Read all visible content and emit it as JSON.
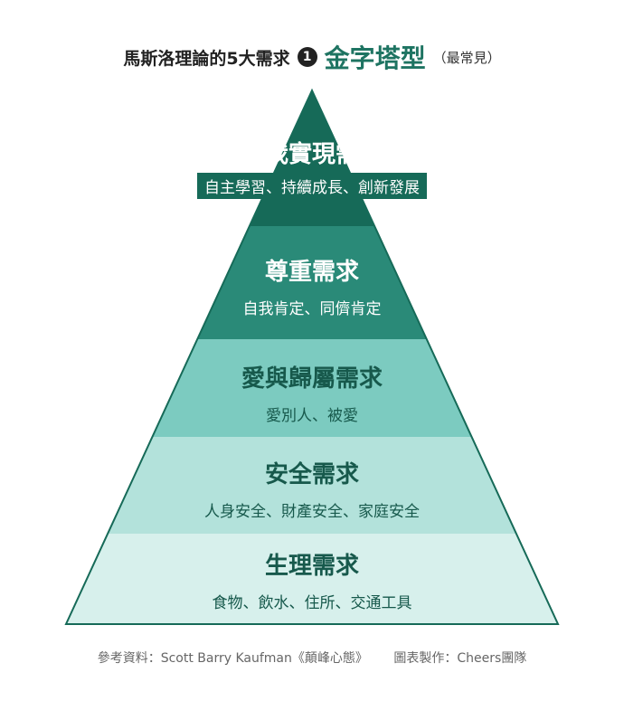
{
  "header": {
    "title": "馬斯洛理論的5大需求",
    "number": "1",
    "type": "金字塔型",
    "note": "（最常見）"
  },
  "layers": [
    {
      "name": "自我實現需求",
      "desc": "自主學習、持續成長、創新發展",
      "fill": "#166a58",
      "name_color": "#ffffff",
      "desc_color": "#ffffff"
    },
    {
      "name": "尊重需求",
      "desc": "自我肯定、同儕肯定",
      "fill": "#2a8a78",
      "name_color": "#ffffff",
      "desc_color": "#ffffff"
    },
    {
      "name": "愛與歸屬需求",
      "desc": "愛別人、被愛",
      "fill": "#7ccbc0",
      "name_color": "#17594c",
      "desc_color": "#17594c"
    },
    {
      "name": "安全需求",
      "desc": "人身安全、財產安全、家庭安全",
      "fill": "#b3e2db",
      "name_color": "#17594c",
      "desc_color": "#17594c"
    },
    {
      "name": "生理需求",
      "desc": "食物、飲水、住所、交通工具",
      "fill": "#d7f0ec",
      "name_color": "#17594c",
      "desc_color": "#17594c"
    }
  ],
  "footer": {
    "source": "參考資料：Scott Barry Kaufman《顛峰心態》",
    "credit": "圖表製作：Cheers團隊"
  }
}
